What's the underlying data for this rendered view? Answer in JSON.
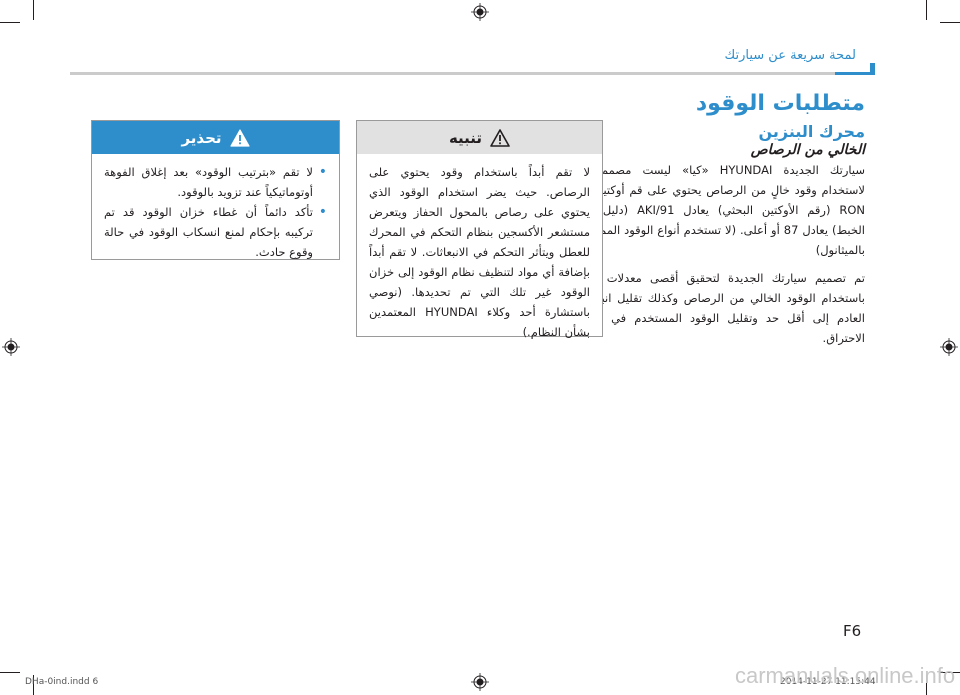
{
  "header": {
    "chapter_title": "لمحة سريعة عن سيارتك"
  },
  "page_title": "متطلبات الوقود",
  "section_heading": "محرك البنزين",
  "subsection_heading": "الخالي من الرصاص",
  "body": {
    "paragraph_1": "سيارتك الجديدة HYUNDAI «كيا» ليست مصممة إلا لاستخدام وقود خالٍ من الرصاص يحتوي على قم أوكتين من RON (رقم الأوكتين البحثي) يعادل 91/AKI (دليل مانع الخبط) يعادل 87 أو أعلى. (لا تستخدم أنواع الوقود الممزوجة بالميثانول)",
    "paragraph_2": "تم تصميم سيارتك الجديدة لتحقيق أقصى معدلات الأداء باستخدام الوقود الخالي من الرصاص وكذلك تقليل انبعاثات العادم إلى أقل حد وتقليل الوقود المستخدم في شمعة الاحتراق."
  },
  "caution": {
    "title": "تنبيه",
    "text": "لا تقم أبداً باستخدام وقود يحتوي على الرصاص. حيث يضر استخدام الوقود الذي يحتوي على رصاص بالمحول الحفاز ويتعرض مستشعر الأكسجين بنظام التحكم في المحرك للعطل ويتأثر التحكم في الانبعاثات. لا تقم أبداً بإضافة أي مواد لتنظيف نظام الوقود إلى خزان الوقود غير تلك التي تم تحديدها. (نوصي باستشارة أحد وكلاء HYUNDAI المعتمدين بشأن النظام.)"
  },
  "warning": {
    "title": "تحذير",
    "items": [
      "لا تقم «بترتيب الوقود» بعد إغلاق الفوهة أوتوماتيكياً عند تزويد بالوقود.",
      "تأكد دائماً أن غطاء خزان الوقود قد تم تركيبه بإحكام لمنع انسكاب الوقود في حالة وقوع حادث."
    ]
  },
  "page_number": "F6",
  "footer": {
    "file_info": "DHa-0ind.indd   6",
    "date_info": "2014-11-27   11:15:44"
  },
  "watermark": "carmanuals online.info",
  "colors": {
    "accent": "#2e8ecb",
    "text": "#231f20",
    "caution_bg": "#e1e1e1",
    "rule": "#cbcbcb"
  },
  "icons": {
    "caution": "warning-triangle-icon",
    "warning": "warning-triangle-icon",
    "registration": "registration-mark-icon"
  }
}
